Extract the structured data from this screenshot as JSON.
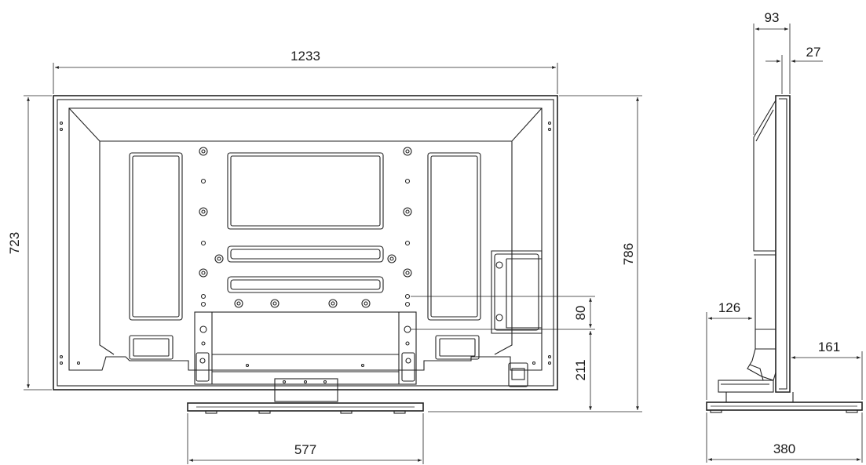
{
  "dimensions": {
    "width_overall": "1233",
    "height_panel": "723",
    "height_overall": "786",
    "mount_offset": "80",
    "stand_height": "211",
    "stand_width": "577",
    "depth_top": "93",
    "depth_panel": "27",
    "stand_offset": "126",
    "stand_rear": "161",
    "stand_depth": "380"
  }
}
